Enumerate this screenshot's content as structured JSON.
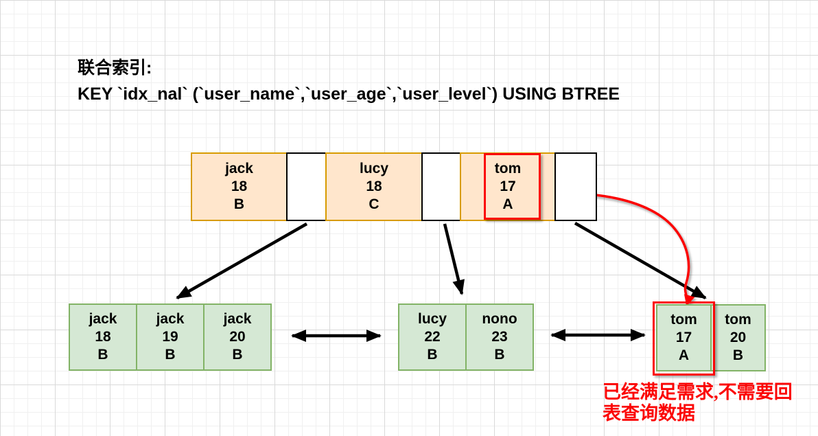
{
  "title": {
    "line1": "联合索引:",
    "line2": "KEY `idx_nal` (`user_name`,`user_age`,`user_level`) USING BTREE"
  },
  "root_node": {
    "keys": [
      {
        "name": "jack",
        "age": "18",
        "level": "B"
      },
      {
        "name": "lucy",
        "age": "18",
        "level": "C"
      },
      {
        "name": "tom",
        "age": "17",
        "level": "A"
      }
    ]
  },
  "leaf_nodes": {
    "group1": {
      "cells": [
        {
          "name": "jack",
          "age": "18",
          "level": "B"
        },
        {
          "name": "jack",
          "age": "19",
          "level": "B"
        },
        {
          "name": "jack",
          "age": "20",
          "level": "B"
        }
      ]
    },
    "group2": {
      "cells": [
        {
          "name": "lucy",
          "age": "22",
          "level": "B"
        },
        {
          "name": "nono",
          "age": "23",
          "level": "B"
        }
      ]
    },
    "group3": {
      "cells": [
        {
          "name": "tom",
          "age": "17",
          "level": "A"
        },
        {
          "name": "tom",
          "age": "20",
          "level": "B"
        }
      ]
    }
  },
  "annotation": {
    "line1": "已经满足需求,不需要回",
    "line2": "表查询数据"
  },
  "colors": {
    "key_fill": "#ffe6cc",
    "key_border": "#d79b00",
    "leaf_fill": "#d5e8d4",
    "leaf_border": "#82b366",
    "pointer_border": "#000000",
    "highlight_red": "#fb0606",
    "annotation_text": "#fb0606",
    "arrow_black": "#000000",
    "grid_major": "#d9d9d9",
    "grid_minor": "#f0f0f0"
  }
}
